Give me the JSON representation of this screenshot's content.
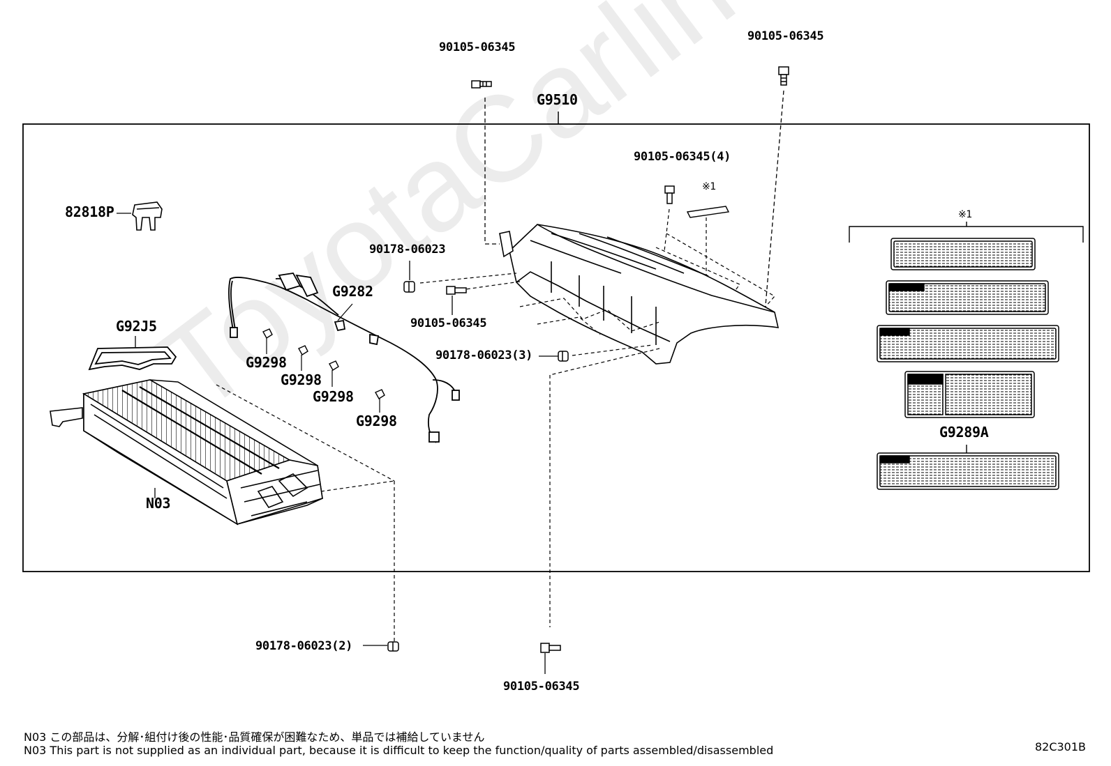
{
  "watermark": "ToyotaCarline.ru",
  "labels": {
    "bolt_top_left": "90105-06345",
    "bolt_top_right": "90105-06345",
    "main_assembly": "G9510",
    "bolt_x4": "90105-06345(4)",
    "note_mark_1": "※1",
    "note_mark_2": "※1",
    "clip": "82818P",
    "nut_upper": "90178-06023",
    "harness": "G9282",
    "bolt_mid": "90105-06345",
    "nut_x3": "90178-06023(3)",
    "cover_gasket": "G92J5",
    "clamp_1": "G9298",
    "clamp_2": "G9298",
    "clamp_3": "G9298",
    "clamp_4": "G9298",
    "label_set": "G9289A",
    "battery_module": "N03",
    "nut_x2": "90178-06023(2)",
    "bolt_bottom": "90105-06345"
  },
  "footnotes": {
    "jp": "N03 この部品は、分解･組付け後の性能･品質確保が困難なため、単品では補給していません",
    "en": "N03 This part is not supplied as an individual part, because it is difficult to keep the function/quality of parts assembled/disassembled"
  },
  "diagram_code": "82C301B"
}
